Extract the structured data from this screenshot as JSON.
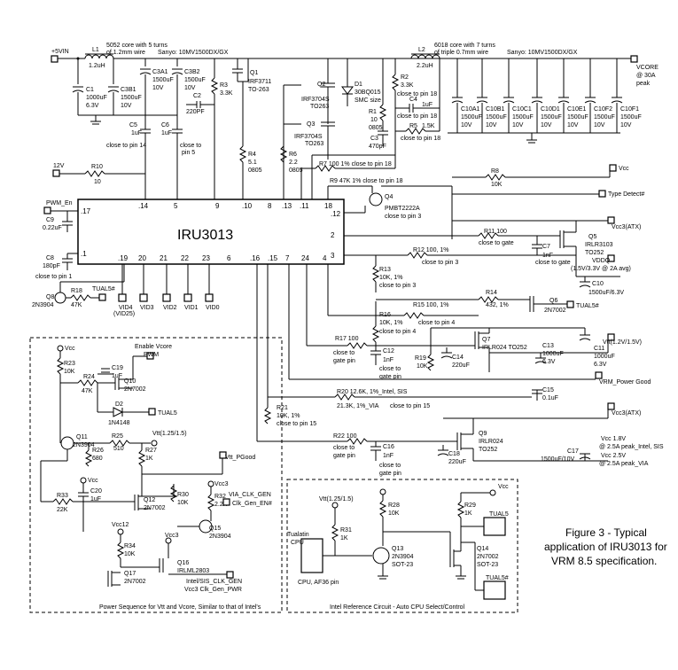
{
  "chip": {
    "name": "IRU3013",
    "pins_top": [
      ".14",
      "5",
      "9",
      ".10",
      "8",
      ".13",
      ".11",
      "18"
    ],
    "pins_right": [
      ".12",
      "2",
      "3"
    ],
    "pins_left": [
      ".17",
      ".1"
    ],
    "pins_bottom": [
      ".19",
      "20",
      "21",
      "22",
      "23",
      "6",
      ".16",
      ".15",
      "7",
      "24",
      "4"
    ]
  },
  "labels": {
    "vin": "+5VIN",
    "core1": "5052 core with 5 turns",
    "core1b": "of 1.2mm wire",
    "sanyo1": "Sanyo: 10MV1500DX/GX",
    "l1": "L1",
    "l1v": "1.2uH",
    "c1": "C1",
    "c1v1": "1000uF",
    "c1v2": "6.3V",
    "c3b1": "C3B1",
    "c3b1v1": "1500uF",
    "c3b1v2": "10V",
    "c3a1": "C3A1",
    "c3a1v1": "1500uF",
    "c3a1v2": "10V",
    "c3b2": "C3B2",
    "c3b2v1": "1500uF",
    "c3b2v2": "10V",
    "c2": "C2",
    "c2v": "220PF",
    "r3": "R3",
    "r3v": "3.3K",
    "q1": "Q1",
    "q1v1": "IRF3711",
    "q1v2": "TO-263",
    "c5": "C5",
    "c5v": "1uF",
    "c5n": "close to pin 14",
    "c6": "C6",
    "c6v": "1uF",
    "c6n1": "close to",
    "c6n2": "pin 5",
    "r4": "R4",
    "r4v1": "5.1",
    "r4v2": "0805",
    "r6": "R6",
    "r6v1": "2.2",
    "r6v2": "0805",
    "q2": "Q2",
    "q2v1": "IRF3704S",
    "q2v2": "TO263",
    "q3": "Q3",
    "q3v1": "IRF3704S",
    "q3v2": "TO263",
    "d1": "D1",
    "d1v1": "30BQ015",
    "d1v2": "SMC size",
    "r1": "R1",
    "r1v1": "10",
    "r1v2": "0805",
    "c3": "C3",
    "c3v": "470pF",
    "r2": "R2",
    "r2v": "3.3K",
    "r2n": "close to pin 18",
    "c4": "C4",
    "c4v": "1uF",
    "c4n": "close to pin 18",
    "r5": "R5",
    "r5v": "1.5K",
    "r5n": "close to pin 18",
    "l2": "L2",
    "l2v": "2.2uH",
    "core2": "6018 core with 7 turns",
    "core2b": "of triple 0.7mm wire",
    "sanyo2": "Sanyo: 10MV1500DX/GX",
    "vcore": "VCORE",
    "vcore2": "@ 30A",
    "vcore3": "peak",
    "cbank": [
      "C10A1",
      "C10B1",
      "C10C1",
      "C10D1",
      "C10E1",
      "C10F2",
      "C10F1"
    ],
    "cbankv1": "1500uF",
    "cbankv2": "10V",
    "r7": "R7 100 1% close to pin 18",
    "r9": "R9 47K 1% close to pin 18",
    "v12": "12V",
    "r10": "R10",
    "r10v": "10",
    "pwm_en": "PWM_En",
    "c9": "C9",
    "c9v": "0.22uF",
    "c8": "C8",
    "c8v": "180pF",
    "c8n": "close to pin 1",
    "q8": "Q8",
    "q8v": "2N3904",
    "r18": "R18",
    "r18v": "47K",
    "tual5n": "TUAL5#",
    "vid": [
      "VID4",
      "VID3",
      "VID2",
      "VID1",
      "VID0"
    ],
    "vid25": "(VID25)",
    "q4": "Q4",
    "q4v1": "PMBT2222A",
    "q4v2": "close to pin 3",
    "vcc": "Vcc",
    "r8": "R8",
    "r8v": "10K",
    "typedet": "Type Detect#",
    "r11": "R11 100",
    "r11n": "close to gate",
    "q5": "Q5",
    "q5v1": "IRLR3103",
    "q5v2": "TO252",
    "vcc3atx": "Vcc3(ATX)",
    "c7": "C7",
    "c7v": "1nF",
    "c7n": "close to gate",
    "r12": "R12 100, 1%",
    "r12n": "close to pin 3",
    "vddq": "VDDQ",
    "vddq2": "(1.5V/3.3V @ 2A avg)",
    "r13": "R13",
    "r13v": "10K, 1%",
    "r13n": "close to pin 3",
    "c10": "C10",
    "c10v": "1500uF/6.3V",
    "r14": "R14",
    "r14v": "432, 1%",
    "q6": "Q6",
    "q6v": "2N7002",
    "tual5n2": "TUAL5#",
    "r15": "R15 100, 1%",
    "r15n": "close to pin 4",
    "r16": "R16",
    "r16v": "10K, 1%",
    "r16n": "close to pin 4",
    "q7": "Q7",
    "q7v": "IRLR024 TO252",
    "vtt": "Vtt(1.2V/1.5V)",
    "c13": "C13",
    "c13v1": "1000uF",
    "c13v2": "6.3V",
    "c11": "C11",
    "c11v1": "1000uF",
    "c11v2": "6.3V",
    "r17": "R17 100",
    "r17n1": "close to",
    "r17n2": "gate pin",
    "c12": "C12",
    "c12v": "1nF",
    "c12n1": "close to",
    "c12n2": "gate pin",
    "r19": "R19",
    "r19v": "10K",
    "c14": "C14",
    "c14v": "220uF",
    "vrm": "VRM_Power Good",
    "r20": "R20 12.6K, 1%_Intel, SIS",
    "r20b": "21.3K, 1%_VIA",
    "r20n": "close to pin 15",
    "c15": "C15",
    "c15v": "0.1uF",
    "r21": "R21",
    "r21v": "10K, 1%",
    "r21n": "close to pin 15",
    "vcc3atx2": "Vcc3(ATX)",
    "r22": "R22 100",
    "r22n1": "close to",
    "r22n2": "gate pin",
    "c16": "C16",
    "c16v": "1nF",
    "c16n1": "close to",
    "c16n2": "gate pin",
    "q9": "Q9",
    "q9v1": "IRLR024",
    "q9v2": "TO252",
    "c18": "C18",
    "c18v": "220uF",
    "c17": "C17",
    "c17v": "1500uF/10V",
    "vcc18": "Vcc 1.8V",
    "vcc18b": "@ 2.5A peak_Intel, SIS",
    "vcc25": "Vcc 2.5V",
    "vcc25b": "@ 2.5A peak_VIA"
  },
  "seq": {
    "vcc": "Vcc",
    "enable": "Enable Vcore",
    "pwm": "PWM",
    "c19": "C19",
    "c19v": "1uF",
    "r23": "R23",
    "r23v": "10K",
    "r24": "R24",
    "r24v": "47K",
    "q10": "Q10",
    "q10v": "2N7002",
    "d2": "D2",
    "d2v": "1N4148",
    "tual5": "TUAL5",
    "q11": "Q11",
    "q11v": "2N3904",
    "r26": "R26",
    "r26v": "680",
    "r25": "R25",
    "r25v": "510",
    "r27": "R27",
    "r27v": "1K",
    "vtt": "Vtt(1.25/1.5)",
    "vttpg": "Vtt_PGood",
    "vcc2": "Vcc",
    "c20": "C20",
    "c20v": "1uF",
    "r33": "R33",
    "r33v": "22K",
    "q12": "Q12",
    "q12v": "2N7002",
    "r30": "R30",
    "r30v": "10K",
    "vcc3": "Vcc3",
    "r32": "R32",
    "r32v": "2.2K",
    "via": "VIA_CLK_GEN",
    "viab": "Clk_Gen_EN#",
    "q15": "Q15",
    "q15v": "2N3904",
    "vcc12": "Vcc12",
    "vcc3b": "Vcc3",
    "r34": "R34",
    "r34v": "10K",
    "q16": "Q16",
    "q16v": "IRLML2803",
    "q17": "Q17",
    "q17v": "2N7002",
    "intel": "Intel/SIS_CLK_GEN",
    "intelb": "Vcc3 Clk_Gen_PWR",
    "caption": "Power Sequence for Vtt and Vcore, Similar to that of Intel's"
  },
  "ref": {
    "vtt": "Vtt(1.25/1.5)",
    "r31": "R31",
    "r31v": "1K",
    "tualatin": "Tualatin",
    "cpu": "CPU",
    "cpuaf": "CPU, AF36 pin",
    "r28": "R28",
    "r28v": "10K",
    "q13": "Q13",
    "q13v1": "2N3904",
    "q13v2": "SOT-23",
    "vcc": "Vcc",
    "r29": "R29",
    "r29v": "1K",
    "tual5": "TUAL5",
    "q14": "Q14",
    "q14v1": "2N7002",
    "q14v2": "SOT-23",
    "tual5n": "TUAL5#",
    "caption": "Intel Reference Circuit - Auto CPU Select/Control"
  },
  "figure": {
    "line1": "Figure 3 - Typical",
    "line2": "application of IRU3013 for",
    "line3": "VRM 8.5 specification."
  }
}
